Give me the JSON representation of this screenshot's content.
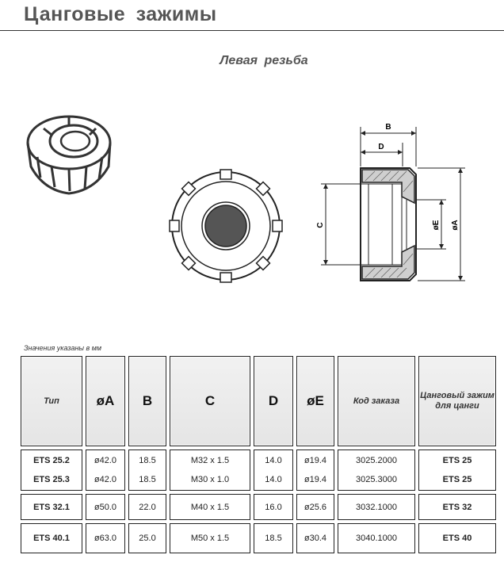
{
  "header": {
    "title": "Цанговые зажимы",
    "subtitle": "Левая резьба"
  },
  "drawing": {
    "dim_labels": {
      "b": "B",
      "d": "D",
      "c": "C",
      "e": "øE",
      "a": "øA"
    }
  },
  "table": {
    "note": "Значения указаны в мм",
    "headers": {
      "type": "Тип",
      "a": "øA",
      "b": "B",
      "c": "C",
      "d": "D",
      "e": "øE",
      "code": "Код заказа",
      "collet_line1": "Цанговый зажим",
      "collet_line2": "для цанги"
    },
    "rows": [
      {
        "type": "ETS 25.2",
        "a": "ø42.0",
        "b": "18.5",
        "c": "M32 x 1.5",
        "d": "14.0",
        "e": "ø19.4",
        "code": "3025.2000",
        "collet": "ETS 25"
      },
      {
        "type": "ETS 25.3",
        "a": "ø42.0",
        "b": "18.5",
        "c": "M30 x 1.0",
        "d": "14.0",
        "e": "ø19.4",
        "code": "3025.3000",
        "collet": "ETS 25"
      },
      {
        "type": "ETS 32.1",
        "a": "ø50.0",
        "b": "22.0",
        "c": "M40 x 1.5",
        "d": "16.0",
        "e": "ø25.6",
        "code": "3032.1000",
        "collet": "ETS 32"
      },
      {
        "type": "ETS 40.1",
        "a": "ø63.0",
        "b": "25.0",
        "c": "M50 x 1.5",
        "d": "18.5",
        "e": "ø30.4",
        "code": "3040.1000",
        "collet": "ETS 40"
      }
    ]
  }
}
